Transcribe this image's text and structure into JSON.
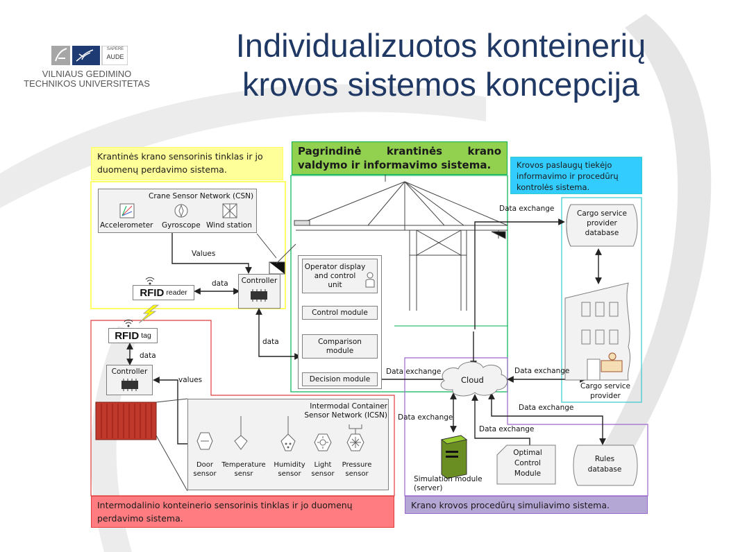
{
  "slide": {
    "title_line1": "Individualizuotos konteinerių",
    "title_line2": "krovos sistemos koncepcija"
  },
  "logo": {
    "badge_top": "SAPERE",
    "badge_bottom": "AUDE",
    "line1": "VILNIAUS GEDIMINO",
    "line2": "TECHNIKOS UNIVERSITETAS"
  },
  "colors": {
    "yellow": "#ffff99",
    "green": "#00b050",
    "cyan": "#33cccc",
    "red": "#e03c3c",
    "purple": "#9966cc",
    "title": "#1f3864"
  },
  "diagram": {
    "notes": {
      "yellow": "Krantinės krano sensorinis tinklas ir jo duomenų perdavimo sistema.",
      "green": "Pagrindinė krantinės krano valdymo ir informavimo sistema.",
      "cyan": "Krovos paslaugų tiekėjo informavimo ir procedūrų kontrolės sistema.",
      "red": "Intermodalinio konteinerio sensorinis tinklas ir jo duomenų perdavimo sistema.",
      "purple": "Krano krovos procedūrų simuliavimo sistema."
    },
    "csn": {
      "title": "Crane Sensor Network (CSN)",
      "accelerometer": "Accelerometer",
      "gyroscope": "Gyroscope",
      "wind": "Wind station"
    },
    "values_top": "Values",
    "controller_top": "Controller",
    "data_top": "data",
    "rfid_reader_main": "RFID",
    "rfid_reader_sub": "reader",
    "rfid_tag_main": "RFID",
    "rfid_tag_sub": "tag",
    "data_tag": "data",
    "controller_bottom": "Controller",
    "values_bottom": "values",
    "data_mid": "data",
    "icsn": {
      "title_line1": "Intermodal Container",
      "title_line2": "Sensor Network (ICSN)",
      "door_line1": "Door",
      "door_line2": "sensor",
      "temp_line1": "Temperature",
      "temp_line2": "sensr",
      "humidity_line1": "Humidity",
      "humidity_line2": "sensor",
      "light_line1": "Light",
      "light_line2": "sensor",
      "pressure_line1": "Pressure",
      "pressure_line2": "sensor"
    },
    "operator_line1": "Operator display",
    "operator_line2": "and control",
    "operator_line3": "unit",
    "control_module": "Control module",
    "comparison_line1": "Comparison",
    "comparison_line2": "module",
    "decision_module": "Decision module",
    "cloud": "Cloud",
    "data_exchange": "Data exchange",
    "cargo_db_line1": "Cargo service",
    "cargo_db_line2": "provider",
    "cargo_db_line3": "database",
    "cargo_provider_line1": "Cargo service",
    "cargo_provider_line2": "provider",
    "simulation_line1": "Simulation module",
    "simulation_line2": "(server)",
    "optimal_line1": "Optimal",
    "optimal_line2": "Control",
    "optimal_line3": "Module",
    "rules_line1": "Rules",
    "rules_line2": "database"
  }
}
